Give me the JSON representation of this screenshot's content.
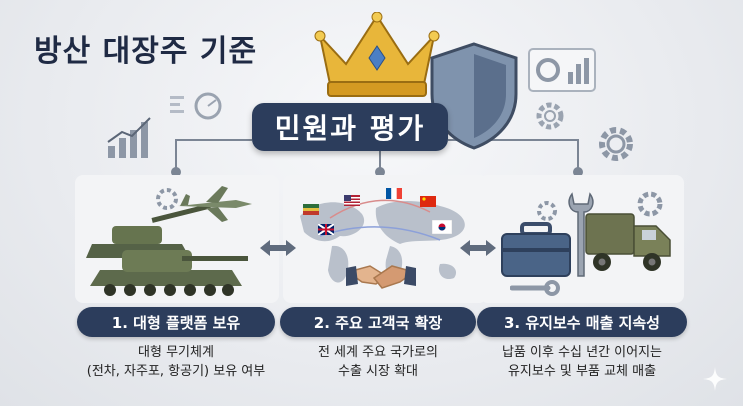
{
  "page_title": "방산 대장주 기준",
  "hub_label": "민원과 평가",
  "criteria": [
    {
      "label": "1. 대형 플랫폼 보유",
      "desc_lines": [
        "대형 무기체계",
        "(전차, 자주포, 항공기) 보유 여부"
      ]
    },
    {
      "label": "2. 주요 고객국 확장",
      "desc_lines": [
        "전 세계 주요 국가로의",
        "수출 시장 확대"
      ]
    },
    {
      "label": "3. 유지보수 매출 지속성",
      "desc_lines": [
        "납품 이후 수십 년간 이어지는",
        "유지보수 및 부품 교체 매출"
      ]
    }
  ],
  "icons": [
    "crown-icon",
    "shield-icon",
    "chart-icon",
    "dashboard-icon",
    "gear-icon",
    "tank-icon",
    "jet-icon",
    "world-map-icon",
    "handshake-icon",
    "flag-icon",
    "toolbox-icon",
    "wrench-icon",
    "truck-icon",
    "sparkle-icon"
  ],
  "colors": {
    "navy": "#2c3d5c",
    "crown_gold": "#e8b63a",
    "shield_steel": "#7f93ad",
    "background": "#eceef2"
  }
}
